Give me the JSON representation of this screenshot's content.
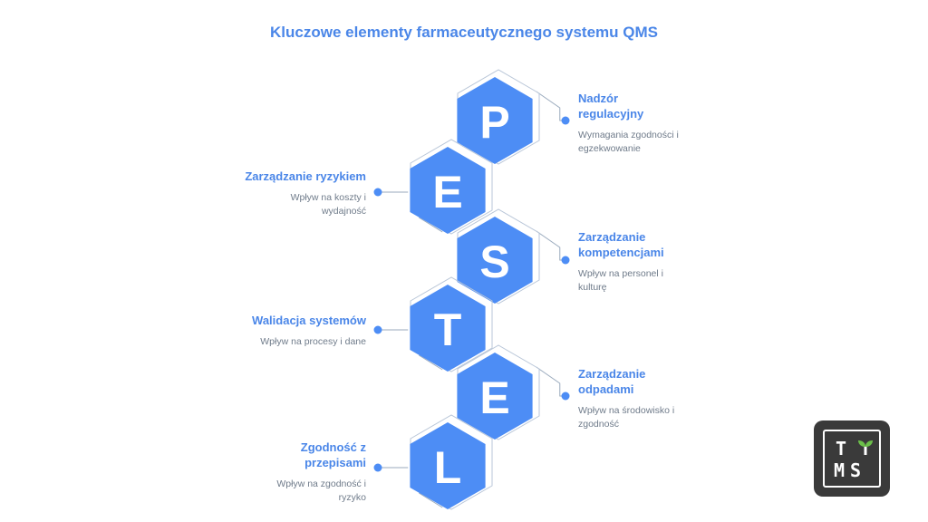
{
  "title": "Kluczowe elementy farmaceutycznego systemu QMS",
  "hexagons": [
    "P",
    "E",
    "S",
    "T",
    "E",
    "L"
  ],
  "items": [
    {
      "head_lines": [
        "Nadzór",
        "regulacyjny"
      ],
      "desc_lines": [
        "Wymagania zgodności i",
        "egzekwowanie"
      ]
    },
    {
      "head_lines": [
        "Zarządzanie ryzykiem"
      ],
      "desc_lines": [
        "Wpływ na koszty i",
        "wydajność"
      ]
    },
    {
      "head_lines": [
        "Zarządzanie",
        "kompetencjami"
      ],
      "desc_lines": [
        "Wpływ na personel i",
        "kulturę"
      ]
    },
    {
      "head_lines": [
        "Walidacja systemów"
      ],
      "desc_lines": [
        "Wpływ na procesy i dane"
      ]
    },
    {
      "head_lines": [
        "Zarządzanie",
        "odpadami"
      ],
      "desc_lines": [
        "Wpływ na środowisko i",
        "zgodność"
      ]
    },
    {
      "head_lines": [
        "Zgodność z",
        "przepisami"
      ],
      "desc_lines": [
        "Wpływ na zgodność i",
        "ryzyko"
      ]
    }
  ],
  "logo": {
    "line1": "T",
    "line2": "MS"
  },
  "colors": {
    "accent": "#4d8df5",
    "title": "#4a86e8",
    "text_muted": "#6f7b8a",
    "logo_bg": "#3a3a3a",
    "leaf": "#6cc04a"
  }
}
